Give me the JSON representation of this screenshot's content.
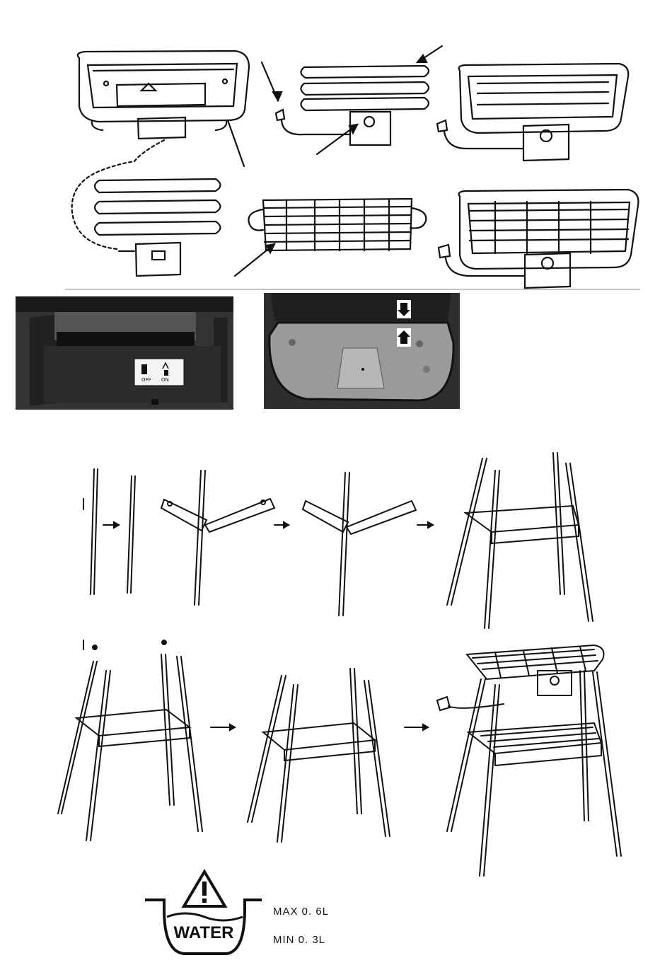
{
  "water_panel": {
    "water_label": "WATER",
    "max_label": "MAX  0. 6L",
    "min_label": "MIN   0. 3L",
    "warning_icon": "warning-triangle-icon"
  },
  "photos": {
    "switch_panel": {
      "off_label": "OFF",
      "on_label": "ON"
    }
  }
}
